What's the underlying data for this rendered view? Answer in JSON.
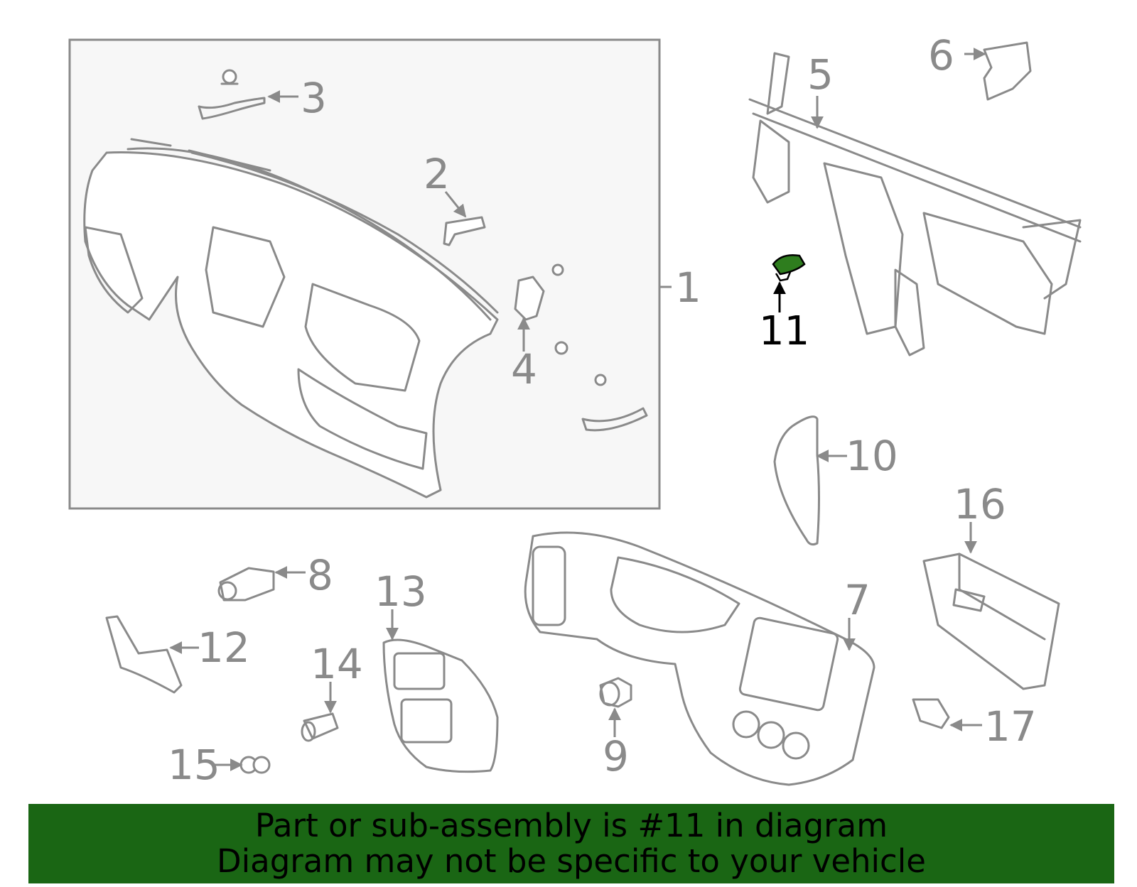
{
  "diagram": {
    "callouts": [
      "1",
      "2",
      "3",
      "4",
      "5",
      "6",
      "7",
      "8",
      "9",
      "10",
      "11",
      "12",
      "13",
      "14",
      "15",
      "16",
      "17"
    ],
    "highlighted_part": "11",
    "highlight_color": "#2e7d1e"
  },
  "banner": {
    "line1": "Part or sub-assembly is #11 in diagram",
    "line2": "Diagram may not be specific to your vehicle",
    "background": "#1a6614"
  }
}
